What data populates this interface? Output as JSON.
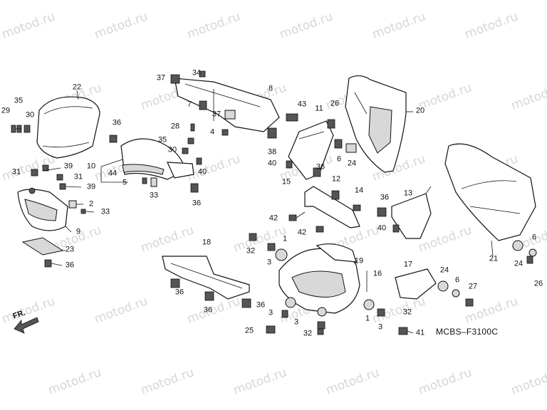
{
  "watermark": "motod.ru",
  "diagram_code": "MCBS–F3100C",
  "direction_label": "FR.",
  "callouts": [
    {
      "id": "c1",
      "label": "29"
    },
    {
      "id": "c2",
      "label": "35"
    },
    {
      "id": "c3",
      "label": "30"
    },
    {
      "id": "c4",
      "label": "22"
    },
    {
      "id": "c5",
      "label": "31"
    },
    {
      "id": "c6",
      "label": "39"
    },
    {
      "id": "c7",
      "label": "31"
    },
    {
      "id": "c8",
      "label": "39"
    },
    {
      "id": "c9",
      "label": "2"
    },
    {
      "id": "c10",
      "label": "33"
    },
    {
      "id": "c11",
      "label": "9"
    },
    {
      "id": "c12",
      "label": "23"
    },
    {
      "id": "c13",
      "label": "36"
    },
    {
      "id": "c14",
      "label": "36"
    },
    {
      "id": "c15",
      "label": "10"
    },
    {
      "id": "c16",
      "label": "44"
    },
    {
      "id": "c17",
      "label": "5"
    },
    {
      "id": "c18",
      "label": "33"
    },
    {
      "id": "c19",
      "label": "28"
    },
    {
      "id": "c20",
      "label": "35"
    },
    {
      "id": "c21",
      "label": "30"
    },
    {
      "id": "c22",
      "label": "40"
    },
    {
      "id": "c23",
      "label": "36"
    },
    {
      "id": "c24",
      "label": "37"
    },
    {
      "id": "c25",
      "label": "34"
    },
    {
      "id": "c26",
      "label": "7"
    },
    {
      "id": "c27",
      "label": "37"
    },
    {
      "id": "c28",
      "label": "4"
    },
    {
      "id": "c29",
      "label": "8"
    },
    {
      "id": "c30",
      "label": "43"
    },
    {
      "id": "c31",
      "label": "38"
    },
    {
      "id": "c32",
      "label": "11"
    },
    {
      "id": "c33",
      "label": "26"
    },
    {
      "id": "c34",
      "label": "6"
    },
    {
      "id": "c35",
      "label": "24"
    },
    {
      "id": "c36",
      "label": "36"
    },
    {
      "id": "c37",
      "label": "40"
    },
    {
      "id": "c38",
      "label": "20"
    },
    {
      "id": "c39",
      "label": "15"
    },
    {
      "id": "c40",
      "label": "12"
    },
    {
      "id": "c41",
      "label": "14"
    },
    {
      "id": "c42",
      "label": "42"
    },
    {
      "id": "c43",
      "label": "42"
    },
    {
      "id": "c44",
      "label": "36"
    },
    {
      "id": "c45",
      "label": "13"
    },
    {
      "id": "c46",
      "label": "40"
    },
    {
      "id": "c47",
      "label": "21"
    },
    {
      "id": "c48",
      "label": "6"
    },
    {
      "id": "c49",
      "label": "24"
    },
    {
      "id": "c50",
      "label": "26"
    },
    {
      "id": "c51",
      "label": "18"
    },
    {
      "id": "c52",
      "label": "36"
    },
    {
      "id": "c53",
      "label": "36"
    },
    {
      "id": "c54",
      "label": "36"
    },
    {
      "id": "c55",
      "label": "32"
    },
    {
      "id": "c56",
      "label": "1"
    },
    {
      "id": "c57",
      "label": "3"
    },
    {
      "id": "c58",
      "label": "19"
    },
    {
      "id": "c59",
      "label": "16"
    },
    {
      "id": "c60",
      "label": "17"
    },
    {
      "id": "c61",
      "label": "24"
    },
    {
      "id": "c62",
      "label": "6"
    },
    {
      "id": "c63",
      "label": "27"
    },
    {
      "id": "c64",
      "label": "1"
    },
    {
      "id": "c65",
      "label": "3"
    },
    {
      "id": "c66",
      "label": "3"
    },
    {
      "id": "c67",
      "label": "25"
    },
    {
      "id": "c68",
      "label": "32"
    },
    {
      "id": "c69",
      "label": "3"
    },
    {
      "id": "c70",
      "label": "32"
    },
    {
      "id": "c71",
      "label": "41"
    }
  ]
}
